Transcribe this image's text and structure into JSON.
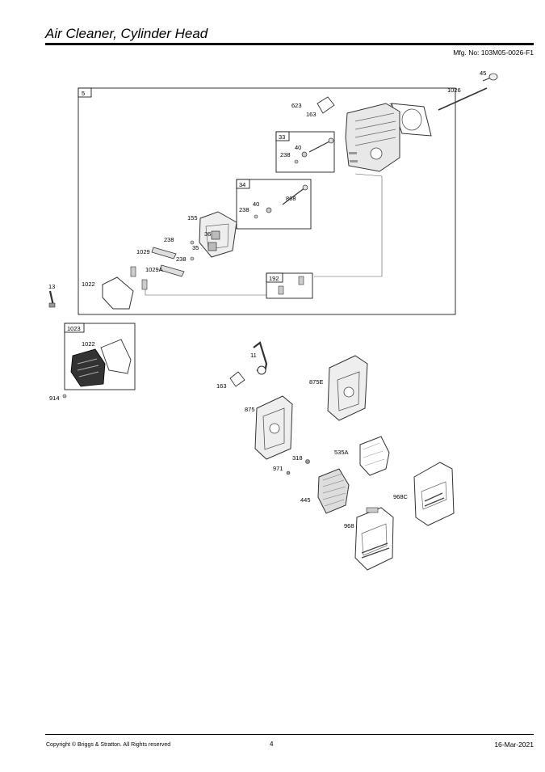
{
  "header": {
    "title": "Air Cleaner, Cylinder Head",
    "mfg_no": "Mfg. No: 103M05-0026-F1"
  },
  "footer": {
    "copyright": "Copyright ©  Briggs & Stratton. All Rights reserved",
    "page": "4",
    "date": "16-Mar-2021"
  },
  "callouts": {
    "p5": "5",
    "p45": "45",
    "p1026": "1026",
    "p623": "623",
    "p163a": "163",
    "p7": "7",
    "p33": "33",
    "p40a": "40",
    "p238a": "238",
    "p34": "34",
    "p868": "868",
    "p40b": "40",
    "p238b": "238",
    "p155": "155",
    "p36": "36",
    "p238c": "238",
    "p35": "35",
    "p1029": "1029",
    "p238d": "238",
    "p1029A": "1029A",
    "p13": "13",
    "p1022a": "1022",
    "p192": "192",
    "p1023": "1023",
    "p1022b": "1022",
    "p914": "914",
    "p11": "11",
    "p163b": "163",
    "p875E": "875E",
    "p875": "875",
    "p535A": "535A",
    "p318": "318",
    "p971": "971",
    "p445": "445",
    "p968C": "968C",
    "p968": "968"
  }
}
